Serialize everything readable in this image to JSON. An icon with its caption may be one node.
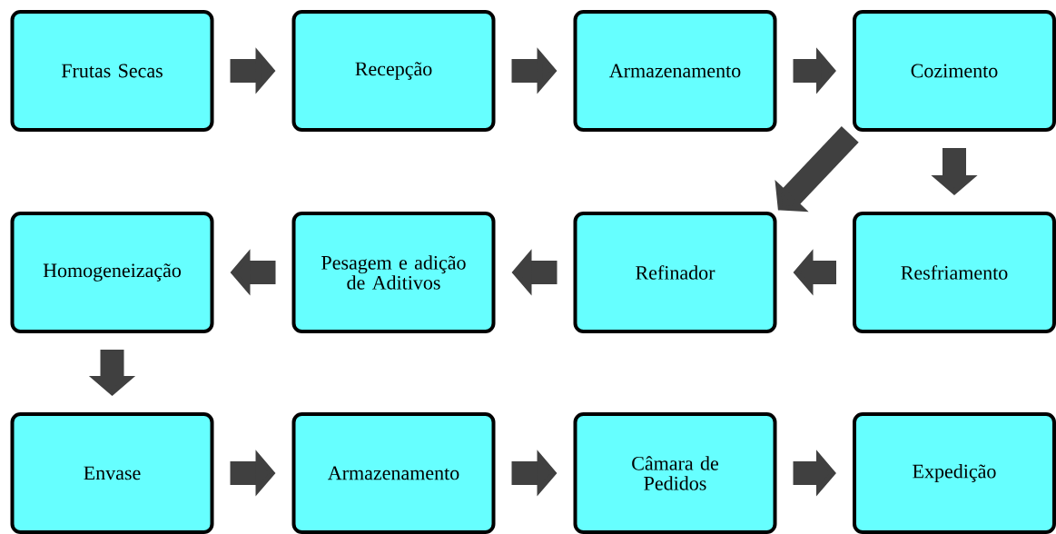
{
  "diagram": {
    "nodes": [
      {
        "text": [
          "Frutas Secas"
        ]
      },
      {
        "text": [
          "Recepção"
        ]
      },
      {
        "text": [
          "Armazenamento"
        ]
      },
      {
        "text": [
          "Cozimento"
        ]
      },
      {
        "text": [
          "Homogeneização"
        ]
      },
      {
        "text": [
          "Pesagem e adição de Aditivos"
        ]
      },
      {
        "text": [
          "Refinador"
        ]
      },
      {
        "text": [
          "Resfriamento"
        ]
      },
      {
        "text": [
          "Envase"
        ]
      },
      {
        "text": [
          "Armazenamento"
        ]
      },
      {
        "text": [
          "Câmara de Pedidos"
        ]
      },
      {
        "text": [
          "Expedição"
        ]
      }
    ],
    "edges": [
      {
        "from": 0,
        "to": 1,
        "arrow": "to"
      },
      {
        "from": 1,
        "to": 2,
        "arrow": "to"
      },
      {
        "from": 2,
        "to": 3,
        "arrow": "to"
      },
      {
        "from": 3,
        "to": 6,
        "arrow": "to"
      },
      {
        "from": 3,
        "to": 7,
        "arrow": "to"
      },
      {
        "from": 7,
        "to": 6,
        "arrow": "to"
      },
      {
        "from": 6,
        "to": 5,
        "arrow": "to"
      },
      {
        "from": 5,
        "to": 4,
        "arrow": "to"
      },
      {
        "from": 4,
        "to": 8,
        "arrow": "to"
      },
      {
        "from": 8,
        "to": 9,
        "arrow": "to"
      },
      {
        "from": 9,
        "to": 10,
        "arrow": "to"
      },
      {
        "from": 10,
        "to": 11,
        "arrow": "to"
      }
    ]
  }
}
